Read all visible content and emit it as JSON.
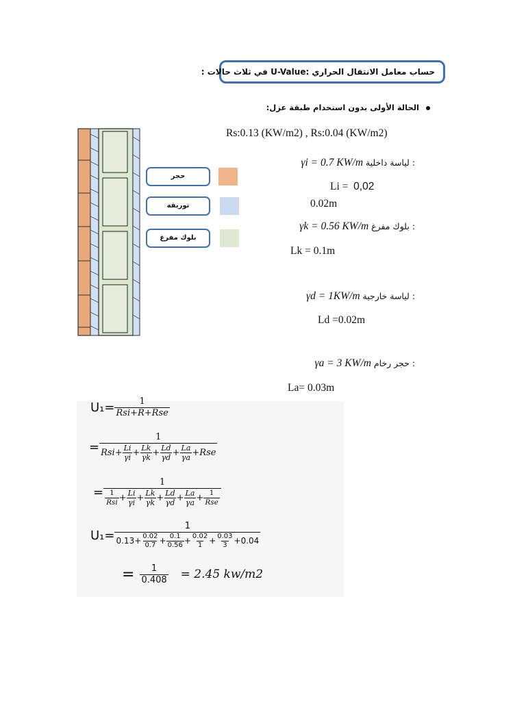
{
  "title": "حساب معامل الانتقال الحراري :U-Value في ثلاث حالات :",
  "case1_heading": "الحالة الأولى بدون استخدام طبقة عزل:",
  "legend": [
    {
      "label": "حجر",
      "color": "#efb588"
    },
    {
      "label": "توريقة",
      "color": "#c9daf1"
    },
    {
      "label": "بلوك مفرغ",
      "color": "#dfe8d3"
    }
  ],
  "rs_line": "Rs:0.13 (KW/m2) , Rs:0.04 (KW/m2)",
  "layers": {
    "inner_plaster_label": "لياسة داخلية :",
    "inner_plaster_gamma": "γi = 0.7 KW/m",
    "li_label": "Li =",
    "li_value": "0,02",
    "li_m": "0.02m",
    "block_label": "بلوك مفرغ :",
    "block_gamma": "γk = 0.56 KW/m",
    "lk": "Lk = 0.1m",
    "outer_plaster_label": "لياسة خارجية :",
    "outer_plaster_gamma": "γd = 1KW/m",
    "ld": "Ld =0.02m",
    "marble_label": "حجر رخام :",
    "marble_gamma": "γa = 3 KW/m",
    "la": "La=  0.03m"
  },
  "formulas": {
    "u1": "U₁=",
    "eq": "=",
    "one": "1",
    "line1_den": "Rsi+R+Rse",
    "li": "Li",
    "gi": "γi",
    "lk": "Lk",
    "gk": "γk",
    "ld": "Ld",
    "gd": "γd",
    "la": "La",
    "ga": "γa",
    "rsi": "Rsi",
    "rse": "Rse",
    "plus": "+",
    "v013": "0.13",
    "v002": "0.02",
    "v07": "0.7",
    "v01": "0.1",
    "v056": "0.56",
    "v1": "1",
    "v003": "0.03",
    "v3": "3",
    "v004": "+0.04",
    "den_result": "0.408",
    "result": "= 2.45 kw/m2"
  }
}
